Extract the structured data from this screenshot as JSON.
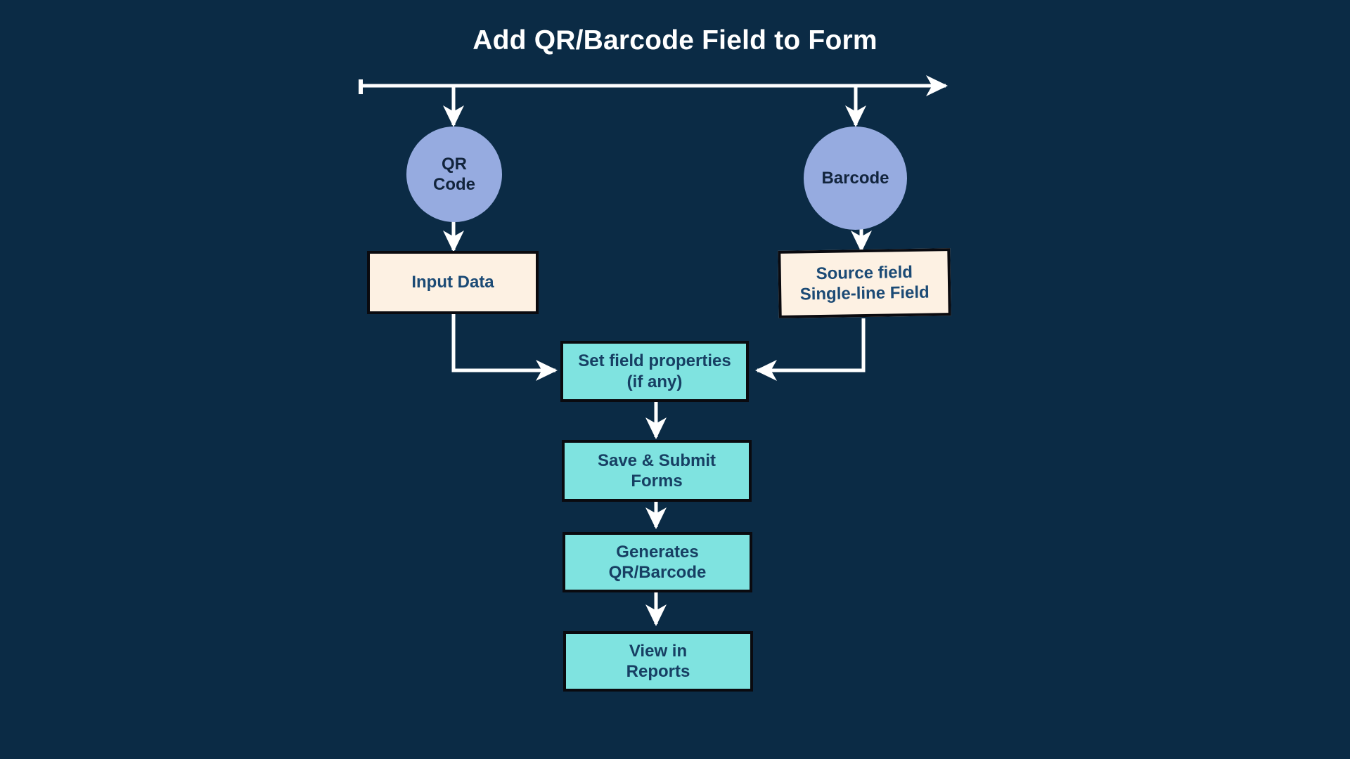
{
  "diagram": {
    "title": "Add QR/Barcode Field to Form",
    "background_color": "#0b2b45",
    "edge_color": "#ffffff",
    "type": "flowchart",
    "direction": "top-down"
  },
  "palette": {
    "background": "#0b2b45",
    "circle_fill": "#96abe0",
    "circle_text": "#12243c",
    "cream_fill": "#fdf1e3",
    "cream_text": "#1b4a75",
    "teal_fill": "#7fe3e0",
    "teal_text": "#173f63",
    "node_border": "#0a0a0f",
    "title_text": "#ffffff",
    "connector": "#ffffff"
  },
  "nodes": [
    {
      "id": "qr_code",
      "label": "QR\nCode",
      "shape": "circle",
      "fill": "#96abe0"
    },
    {
      "id": "barcode",
      "label": "Barcode",
      "shape": "circle",
      "fill": "#96abe0"
    },
    {
      "id": "input_data",
      "label": "Input Data",
      "shape": "rectangle",
      "fill": "#fdf1e3"
    },
    {
      "id": "source_field",
      "label": "Source field\nSingle-line Field",
      "shape": "rectangle",
      "fill": "#fdf1e3"
    },
    {
      "id": "set_properties",
      "label": "Set field properties\n(if any)",
      "shape": "rectangle",
      "fill": "#7fe3e0"
    },
    {
      "id": "save_submit",
      "label": "Save & Submit\nForms",
      "shape": "rectangle",
      "fill": "#7fe3e0"
    },
    {
      "id": "generates",
      "label": "Generates\nQR/Barcode",
      "shape": "rectangle",
      "fill": "#7fe3e0"
    },
    {
      "id": "view_reports",
      "label": "View in\nReports",
      "shape": "rectangle",
      "fill": "#7fe3e0"
    }
  ],
  "edges": [
    {
      "from": "split_bar",
      "to": "qr_code",
      "style": "arrow"
    },
    {
      "from": "split_bar",
      "to": "barcode",
      "style": "arrow"
    },
    {
      "from": "qr_code",
      "to": "input_data",
      "style": "arrow"
    },
    {
      "from": "barcode",
      "to": "source_field",
      "style": "arrow"
    },
    {
      "from": "input_data",
      "to": "set_properties",
      "style": "elbow-arrow"
    },
    {
      "from": "source_field",
      "to": "set_properties",
      "style": "elbow-arrow"
    },
    {
      "from": "set_properties",
      "to": "save_submit",
      "style": "arrow"
    },
    {
      "from": "save_submit",
      "to": "generates",
      "style": "arrow"
    },
    {
      "from": "generates",
      "to": "view_reports",
      "style": "arrow"
    }
  ]
}
